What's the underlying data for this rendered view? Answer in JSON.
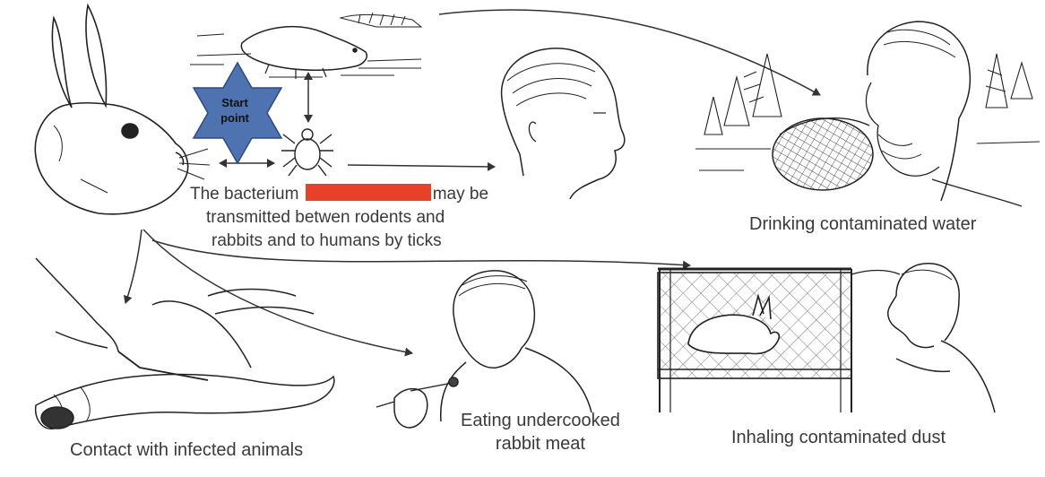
{
  "start_marker": {
    "line1": "Start",
    "line2": "point",
    "color": "#4f72b0"
  },
  "redaction_color": "#e8412a",
  "captions": {
    "bacterium_prefix": "The bacterium",
    "bacterium_suffix": "may be",
    "bacterium_line2": "transmitted betwen rodents and",
    "bacterium_line3": "rabbits and to humans by ticks",
    "drinking": "Drinking contaminated water",
    "contact": "Contact with infected animals",
    "eating_line1": "Eating undercooked",
    "eating_line2": "rabbit meat",
    "inhaling": "Inhaling contaminated dust"
  },
  "illustrations": [
    "rabbit",
    "rodent",
    "tick",
    "human-head",
    "man-drinking-water",
    "hands-skinning-rabbit",
    "man-eating",
    "rabbit-in-cage",
    "man-inhaling"
  ]
}
